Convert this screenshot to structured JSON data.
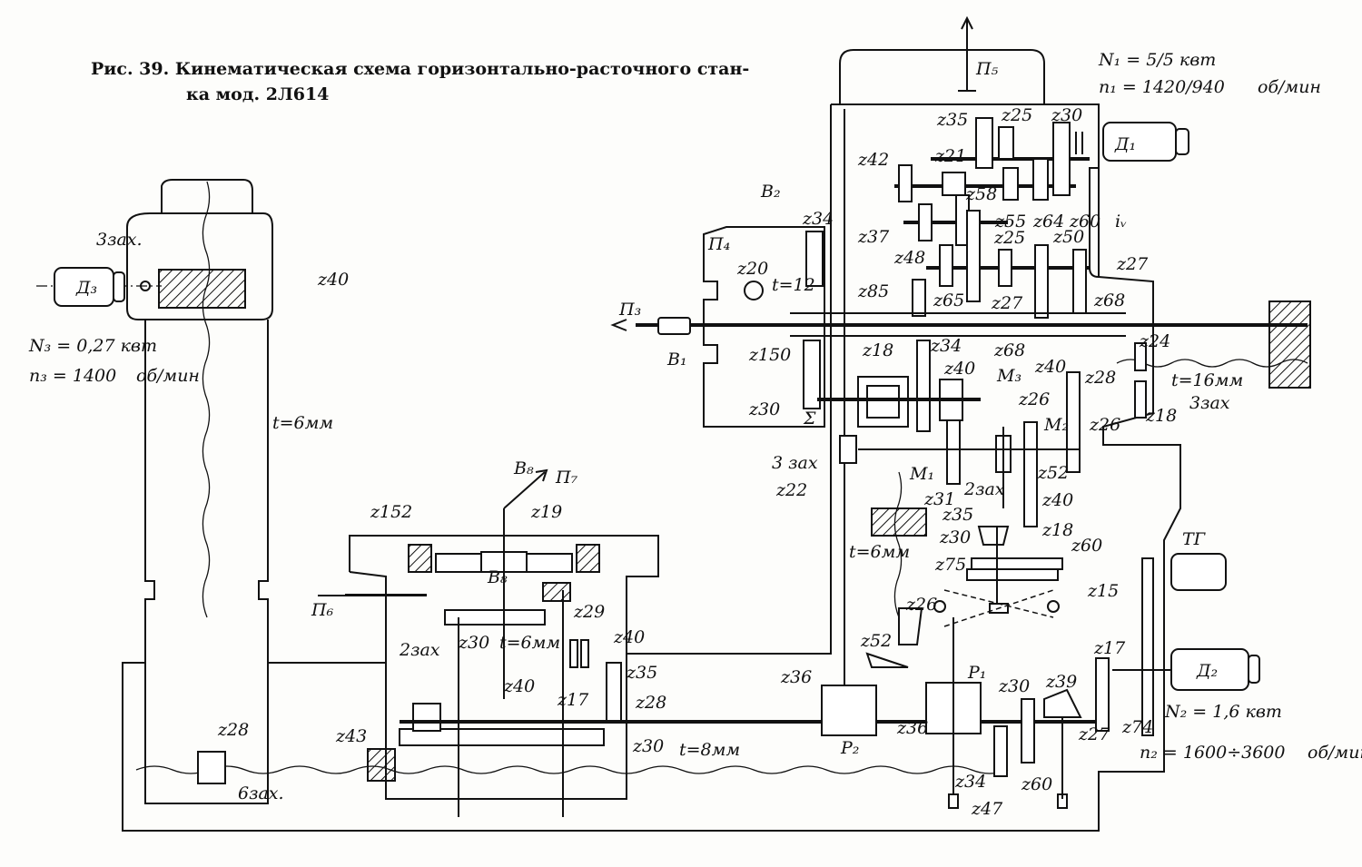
{
  "title": {
    "line1": "Рис. 39. Кинематическая схема горизонтально-расточного стан-",
    "line2": "ка мод. 2Л614"
  },
  "motor_main": {
    "name": "Д₁",
    "power": "N₁ = 5/5 квт",
    "speed": "n₁ = 1420/940",
    "unit": "об/мин"
  },
  "motor_feed": {
    "name": "Д₂",
    "power": "N₂ = 1,6 квт",
    "speed": "n₂ = 1600÷3600",
    "unit": "об/мин"
  },
  "motor_column": {
    "name": "Д₃",
    "power": "N₃ = 0,27 квт",
    "speed": "n₃ = 1400",
    "unit": "об/мин"
  },
  "tachogenerator": "ТГ",
  "labels": [
    "П₅",
    "z35",
    "z25",
    "z30",
    "z42",
    "z21",
    "z58",
    "z55",
    "z64",
    "z60",
    "iᵥ",
    "z37",
    "z25",
    "z48",
    "z50",
    "z27",
    "z85",
    "z65",
    "z27",
    "z68",
    "В₂",
    "П₄",
    "z34",
    "z20",
    "t=12",
    "П₃",
    "В₁",
    "z150",
    "z18",
    "z34",
    "z68",
    "z40",
    "M₃",
    "z24",
    "t=16мм",
    "z28",
    "z18",
    "3зах",
    "z30",
    "Σ",
    "z40",
    "z26",
    "M₂",
    "z26",
    "3 зах",
    "z22",
    "M₁",
    "z31",
    "2зах",
    "z52",
    "z40",
    "z18",
    "z35",
    "z30",
    "z60",
    "z75",
    "z15",
    "t=6мм",
    "z26",
    "z52",
    "z17",
    "z30",
    "z39",
    "z36",
    "z36",
    "P₁",
    "P₂",
    "z27",
    "z74",
    "z34",
    "z47",
    "z60",
    "3зах.",
    "z40",
    "t=6мм",
    "В₈",
    "П₇",
    "z152",
    "z19",
    "В₈",
    "П₆",
    "z29",
    "z40",
    "2зах",
    "z30",
    "t=6мм",
    "z40",
    "z35",
    "z17",
    "z28",
    "z43",
    "z30",
    "t=8мм",
    "z28",
    "6зах."
  ]
}
